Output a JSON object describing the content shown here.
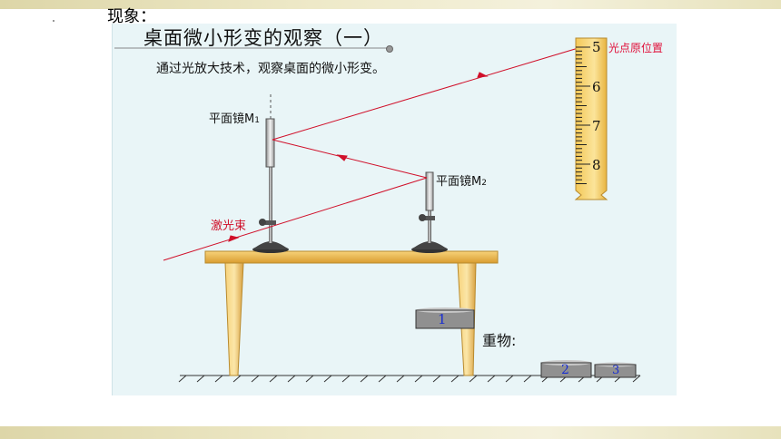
{
  "heading": "现象：",
  "panel": {
    "title": "桌面微小形变的观察（一）",
    "subtitle": "通过光放大技术，观察桌面的微小形变。"
  },
  "labels": {
    "mirror1": "平面镜M",
    "mirror1_sub": "1",
    "mirror2": "平面镜M",
    "mirror2_sub": "2",
    "laser": "激光束",
    "weights": "重物:",
    "origin": "光点原位置"
  },
  "scale": {
    "ticks": [
      "5",
      "6",
      "7",
      "8"
    ]
  },
  "weights": [
    "1",
    "2",
    "3"
  ],
  "colors": {
    "panel": "#e9f5f7",
    "laser": "#d0102a",
    "table": "#f1c060",
    "scale": "#f7d878"
  }
}
